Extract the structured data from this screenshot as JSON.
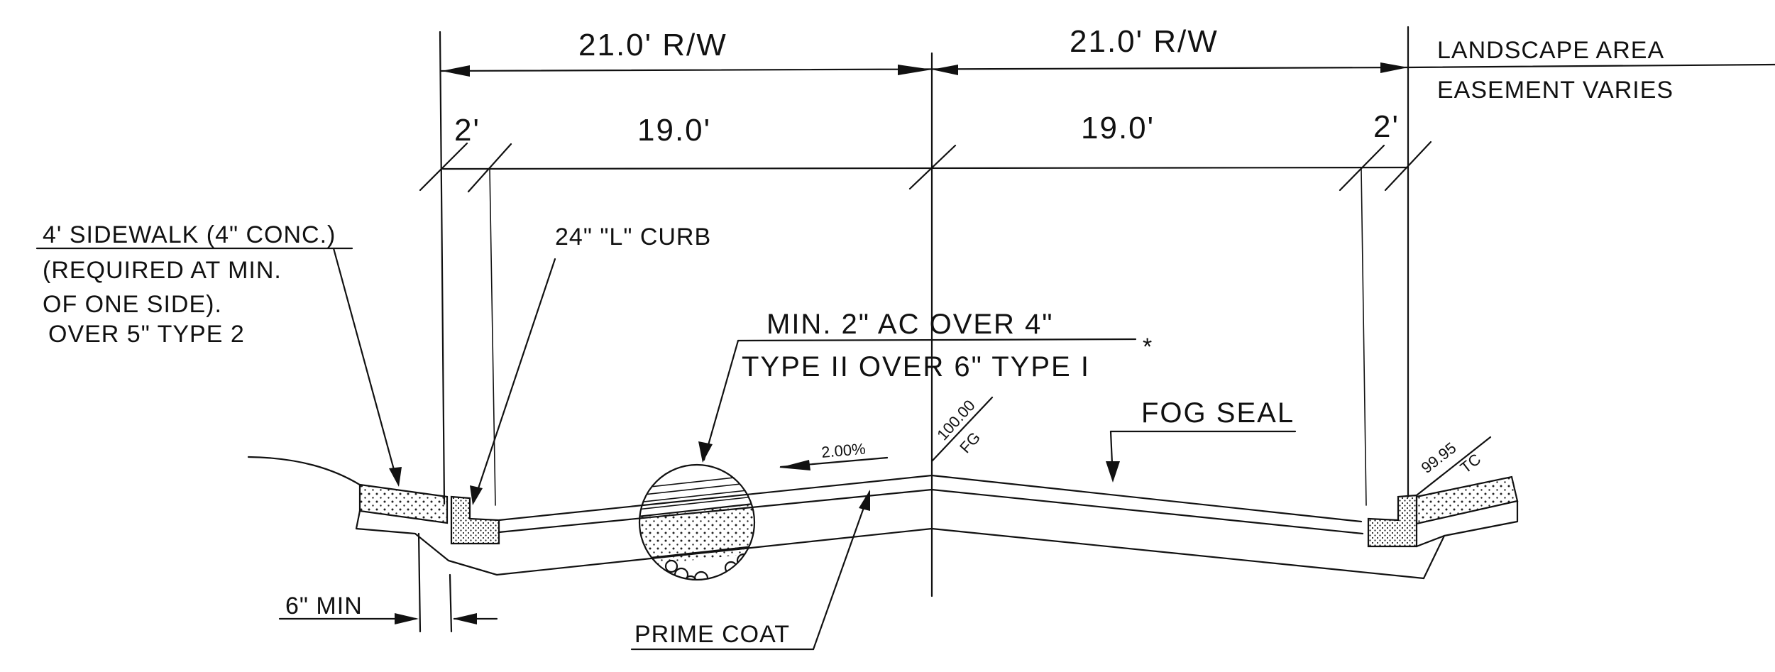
{
  "dimensions": {
    "rw_left": "21.0' R/W",
    "rw_right": "21.0' R/W",
    "lane_left": "19.0'",
    "lane_right": "19.0'",
    "gutter_left": "2'",
    "gutter_right": "2'"
  },
  "landscape": {
    "line1": "LANDSCAPE AREA",
    "line2": "EASEMENT VARIES"
  },
  "sidewalk_note": {
    "line1": "4' SIDEWALK (4\" CONC.)",
    "line2": "(REQUIRED AT MIN.",
    "line3": "OF ONE SIDE).",
    "line4": "OVER 5\" TYPE 2"
  },
  "curb_note": "24\" \"L\" CURB",
  "pavement_note": {
    "line1": "MIN. 2\" AC OVER 4\"",
    "line2": "TYPE II OVER 6\" TYPE I",
    "mark": "*"
  },
  "fog_seal": "FOG SEAL",
  "slope": "2.00%",
  "crown_elev": {
    "value": "100.00",
    "code": "FG"
  },
  "curb_elev": {
    "value": "99.95",
    "code": "TC"
  },
  "min_depth": "6\" MIN",
  "prime_coat": "PRIME COAT"
}
